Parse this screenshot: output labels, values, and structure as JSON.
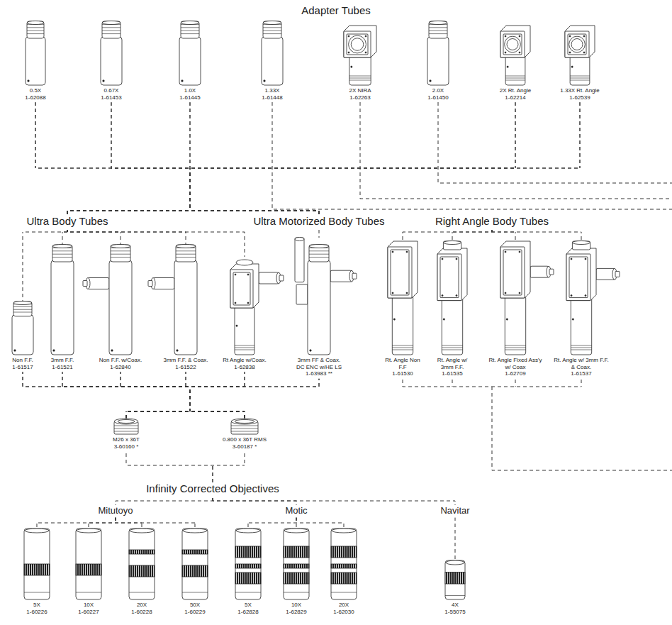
{
  "diagram": {
    "nodes": [
      {
        "text": [
          "Adapter Tubes"
        ]
      },
      {
        "text": [
          "0.5X",
          "1-62088"
        ]
      },
      {
        "text": [
          "0.67X",
          "1-61453"
        ]
      },
      {
        "text": [
          "1.0X",
          "1-61445"
        ]
      },
      {
        "text": [
          "1.33X",
          "1-61448"
        ]
      },
      {
        "text": [
          "2X NIRA",
          "1-62263"
        ]
      },
      {
        "text": [
          "2.0X",
          "1-61450"
        ]
      },
      {
        "text": [
          "2X Rt. Angle",
          "1-62214"
        ]
      },
      {
        "text": [
          "1.33X Rt. Angle",
          "1-62539"
        ]
      },
      {
        "text": [
          "Ultra Body Tubes"
        ]
      },
      {
        "text": [
          "Ultra Motorized Body Tubes"
        ]
      },
      {
        "text": [
          "Right Angle Body Tubes"
        ]
      },
      {
        "text": [
          "Non F.F.",
          "1-61517"
        ]
      },
      {
        "text": [
          "3mm F.F.",
          "1-61521"
        ]
      },
      {
        "text": [
          "Non F.F. w/Coax.",
          "1-62840"
        ]
      },
      {
        "text": [
          "3mm F.F. & Coax.",
          "1-61522"
        ]
      },
      {
        "text": [
          "Rt Angle w/Coax.",
          "1-62838"
        ]
      },
      {
        "text": [
          "3mm FF & Coax. DC ENC w/HE LS",
          "1-63983 **"
        ]
      },
      {
        "text": [
          "Rt. Angle Non F.F",
          "1-61530"
        ]
      },
      {
        "text": [
          "Rt. Angle w/ 3mm F.F.",
          "1-61535"
        ]
      },
      {
        "text": [
          "Rt. Angle Fixed Ass'y w/ Coax",
          "1-62709"
        ]
      },
      {
        "text": [
          "Rt. Angle w/ 3mm F.F. & Coax.",
          "1-61537"
        ]
      },
      {
        "text": [
          "M26 x 36T",
          "3-60160 *"
        ]
      },
      {
        "text": [
          "0.800 x 36T RMS",
          "3-60187 *"
        ]
      },
      {
        "text": [
          "Infinity Corrected Objectives"
        ]
      },
      {
        "text": [
          "Mitutoyo"
        ]
      },
      {
        "text": [
          "Motic"
        ]
      },
      {
        "text": [
          "Navitar"
        ]
      },
      {
        "text": [
          "5X",
          "1-60226"
        ]
      },
      {
        "text": [
          "10X",
          "1-60227"
        ]
      },
      {
        "text": [
          "20X",
          "1-60228"
        ]
      },
      {
        "text": [
          "50X",
          "1-60229"
        ]
      },
      {
        "text": [
          "5X",
          "1-62828"
        ]
      },
      {
        "text": [
          "10X",
          "1-62829"
        ]
      },
      {
        "text": [
          "20X",
          "1-62030"
        ]
      },
      {
        "text": [
          "4X",
          "1-55075"
        ]
      }
    ],
    "edges": [
      {
        "from": 1,
        "to": 9,
        "arrow": "none"
      },
      {
        "from": 2,
        "to": 9,
        "arrow": "none"
      },
      {
        "from": 3,
        "to": 9,
        "arrow": "none"
      },
      {
        "from": 7,
        "to": 9,
        "arrow": "none"
      },
      {
        "from": 8,
        "to": 9,
        "arrow": "none"
      },
      {
        "from": 1,
        "to": 10,
        "arrow": "none"
      },
      {
        "from": 2,
        "to": 10,
        "arrow": "none"
      },
      {
        "from": 3,
        "to": 10,
        "arrow": "none"
      },
      {
        "from": 7,
        "to": 10,
        "arrow": "none"
      },
      {
        "from": 8,
        "to": 10,
        "arrow": "none"
      },
      {
        "from": 9,
        "to": 12,
        "arrow": "none"
      },
      {
        "from": 9,
        "to": 13,
        "arrow": "none"
      },
      {
        "from": 9,
        "to": 14,
        "arrow": "none"
      },
      {
        "from": 9,
        "to": 15,
        "arrow": "none"
      },
      {
        "from": 9,
        "to": 16,
        "arrow": "none"
      },
      {
        "from": 10,
        "to": 17,
        "arrow": "none"
      },
      {
        "from": 11,
        "to": 18,
        "arrow": "none"
      },
      {
        "from": 11,
        "to": 19,
        "arrow": "none"
      },
      {
        "from": 11,
        "to": 20,
        "arrow": "none"
      },
      {
        "from": 11,
        "to": 21,
        "arrow": "none"
      },
      {
        "from": 12,
        "to": 22,
        "arrow": "none"
      },
      {
        "from": 13,
        "to": 22,
        "arrow": "none"
      },
      {
        "from": 14,
        "to": 22,
        "arrow": "none"
      },
      {
        "from": 15,
        "to": 22,
        "arrow": "none"
      },
      {
        "from": 16,
        "to": 22,
        "arrow": "none"
      },
      {
        "from": 17,
        "to": 22,
        "arrow": "none"
      },
      {
        "from": 12,
        "to": 23,
        "arrow": "none"
      },
      {
        "from": 13,
        "to": 23,
        "arrow": "none"
      },
      {
        "from": 14,
        "to": 23,
        "arrow": "none"
      },
      {
        "from": 15,
        "to": 23,
        "arrow": "none"
      },
      {
        "from": 16,
        "to": 23,
        "arrow": "none"
      },
      {
        "from": 17,
        "to": 23,
        "arrow": "none"
      },
      {
        "from": 22,
        "to": 24,
        "arrow": "none"
      },
      {
        "from": 23,
        "to": 24,
        "arrow": "none"
      },
      {
        "from": 24,
        "to": 25,
        "arrow": "none"
      },
      {
        "from": 24,
        "to": 26,
        "arrow": "none"
      },
      {
        "from": 24,
        "to": 27,
        "arrow": "none"
      },
      {
        "from": 25,
        "to": 28,
        "arrow": "none"
      },
      {
        "from": 25,
        "to": 29,
        "arrow": "none"
      },
      {
        "from": 25,
        "to": 30,
        "arrow": "none"
      },
      {
        "from": 25,
        "to": 31,
        "arrow": "none"
      },
      {
        "from": 26,
        "to": 32,
        "arrow": "none"
      },
      {
        "from": 26,
        "to": 33,
        "arrow": "none"
      },
      {
        "from": 26,
        "to": 34,
        "arrow": "none"
      },
      {
        "from": 27,
        "to": 35,
        "arrow": "none"
      }
    ]
  }
}
